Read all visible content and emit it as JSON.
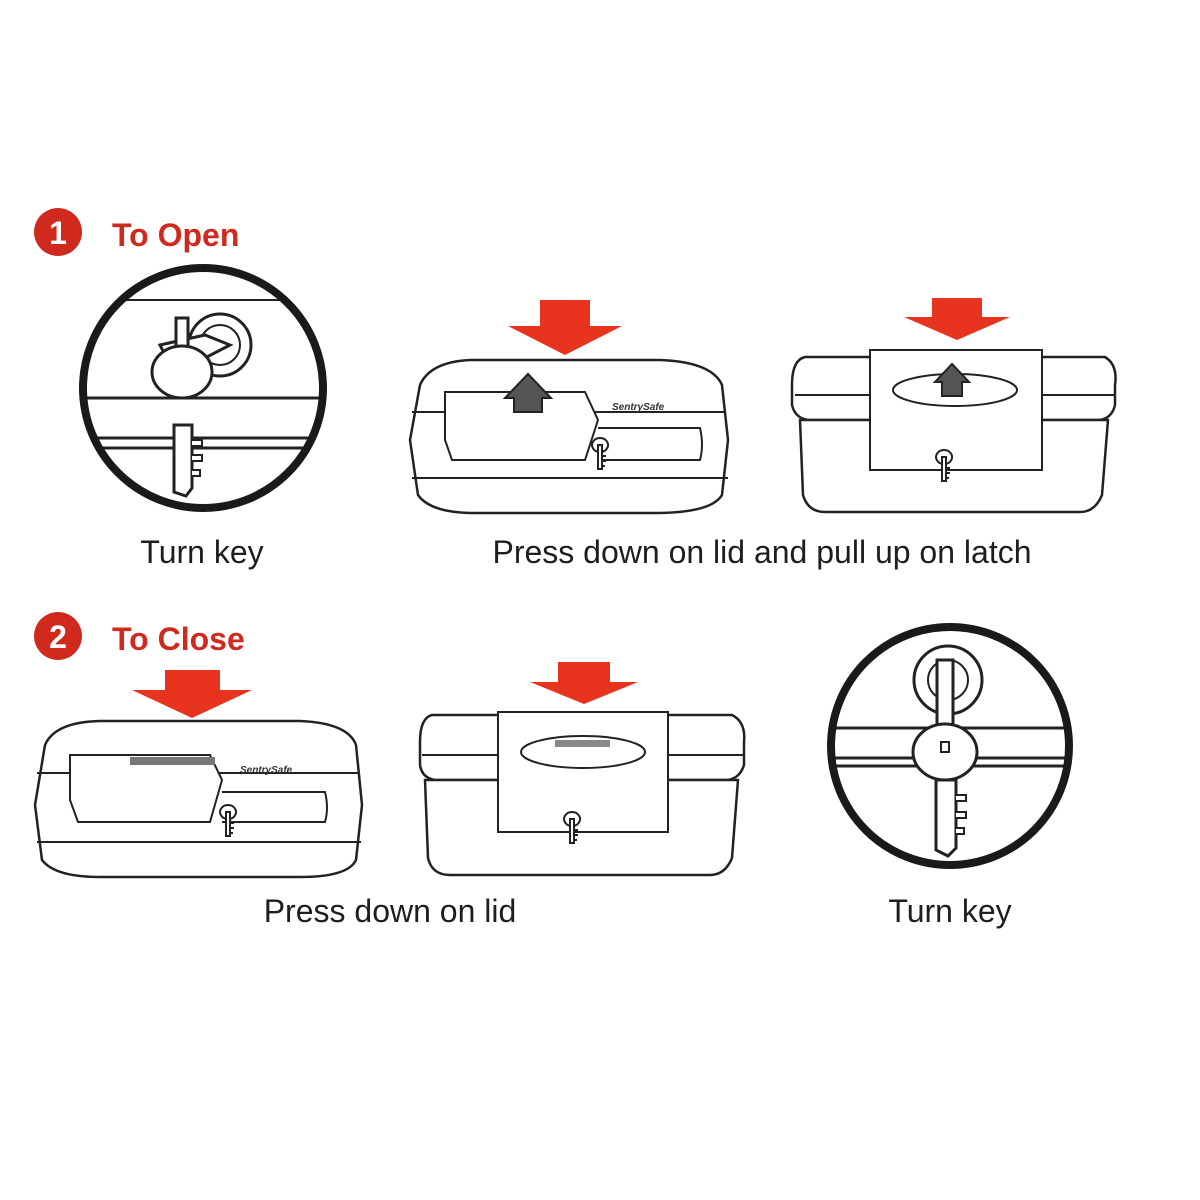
{
  "colors": {
    "accent": "#cf2a1d",
    "ink": "#1e1e1e",
    "arrow_red": "#e8341f",
    "latch_gray": "#555555"
  },
  "steps": [
    {
      "number": "1",
      "title": "To Open",
      "captions": [
        "Turn key",
        "Press down on lid and pull up on latch"
      ]
    },
    {
      "number": "2",
      "title": "To Close",
      "captions": [
        "Press down on lid",
        "Turn key"
      ]
    }
  ],
  "brand": "SentrySafe"
}
